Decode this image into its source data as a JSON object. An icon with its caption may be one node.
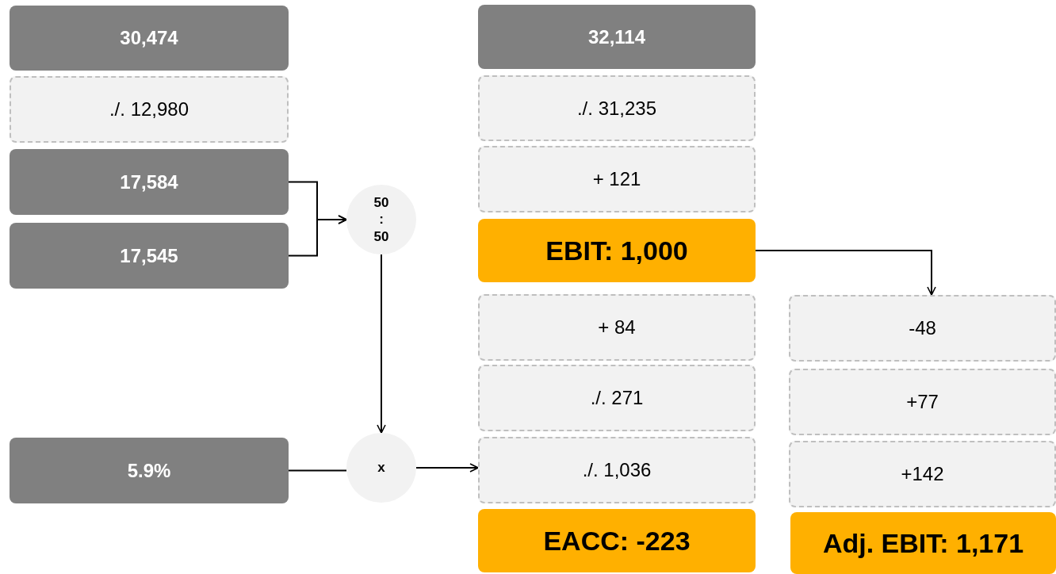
{
  "diagram": {
    "nodes": [
      {
        "text": [
          "30,474"
        ]
      },
      {
        "text": [
          "./. 12,980"
        ]
      },
      {
        "text": [
          "17,584"
        ]
      },
      {
        "text": [
          "17,545"
        ]
      },
      {
        "text": [
          "50 : 50"
        ]
      },
      {
        "text": [
          "5.9%"
        ]
      },
      {
        "text": [
          "x"
        ]
      },
      {
        "text": [
          "32,114"
        ]
      },
      {
        "text": [
          "./. 31,235"
        ]
      },
      {
        "text": [
          "+ 121"
        ]
      },
      {
        "text": [
          "EBIT: 1,000"
        ]
      },
      {
        "text": [
          "+ 84"
        ]
      },
      {
        "text": [
          "./. 271"
        ]
      },
      {
        "text": [
          "./. 1,036"
        ]
      },
      {
        "text": [
          "EACC: -223"
        ]
      },
      {
        "text": [
          "-48"
        ]
      },
      {
        "text": [
          "+77"
        ]
      },
      {
        "text": [
          "+142"
        ]
      },
      {
        "text": [
          "Adj. EBIT: 1,171"
        ]
      }
    ],
    "edges": [
      {
        "from": 2,
        "to": 4,
        "arrow": "to"
      },
      {
        "from": 3,
        "to": 4,
        "arrow": "to"
      },
      {
        "from": 4,
        "to": 6,
        "arrow": "to"
      },
      {
        "from": 5,
        "to": 6,
        "arrow": "none"
      },
      {
        "from": 6,
        "to": 13,
        "arrow": "to"
      },
      {
        "from": 10,
        "to": 15,
        "arrow": "to"
      }
    ]
  }
}
